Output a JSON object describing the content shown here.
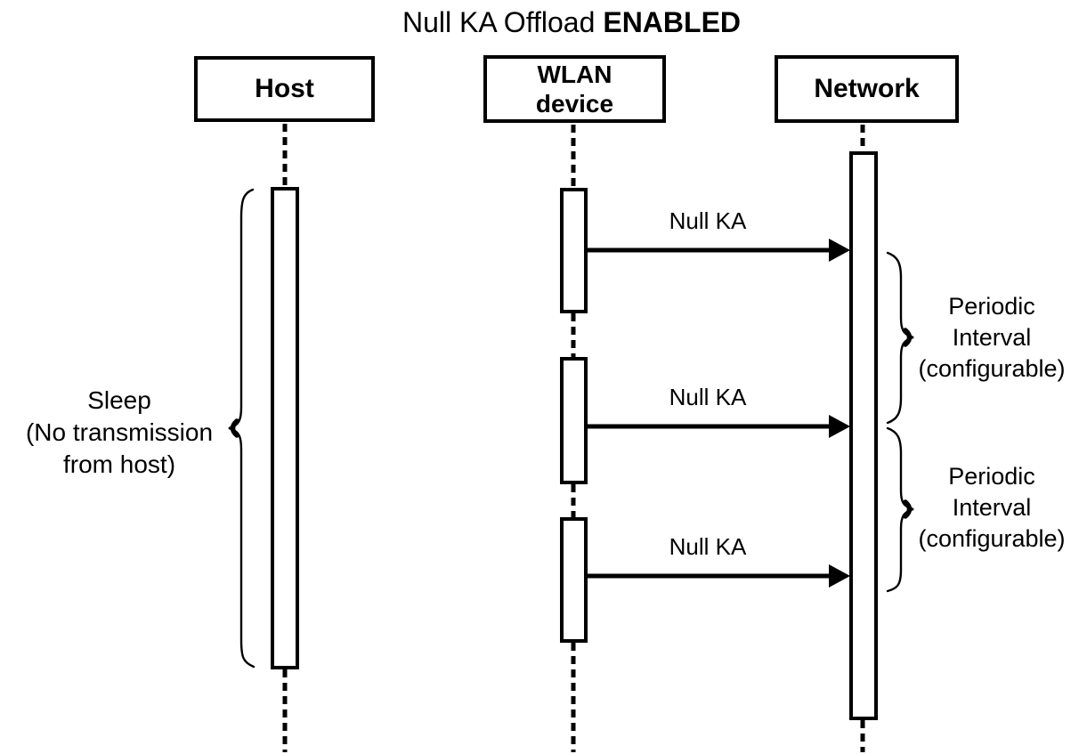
{
  "title": {
    "regular": "Null KA Offload",
    "emphasis": "ENABLED"
  },
  "actors": [
    {
      "lines": [
        "Host"
      ]
    },
    {
      "lines": [
        "WLAN",
        "device"
      ]
    },
    {
      "lines": [
        "Network"
      ]
    }
  ],
  "messages": [
    {
      "label": "Null KA"
    },
    {
      "label": "Null KA"
    },
    {
      "label": "Null KA"
    }
  ],
  "annotations": {
    "sleep": {
      "lines": [
        "Sleep",
        "(No transmission",
        "from host)"
      ]
    },
    "intervals": [
      {
        "lines": [
          "Periodic",
          "Interval",
          "(configurable)"
        ]
      },
      {
        "lines": [
          "Periodic",
          "Interval",
          "(configurable)"
        ]
      }
    ]
  },
  "colors": {
    "ink": "#000000",
    "background": "#ffffff"
  }
}
